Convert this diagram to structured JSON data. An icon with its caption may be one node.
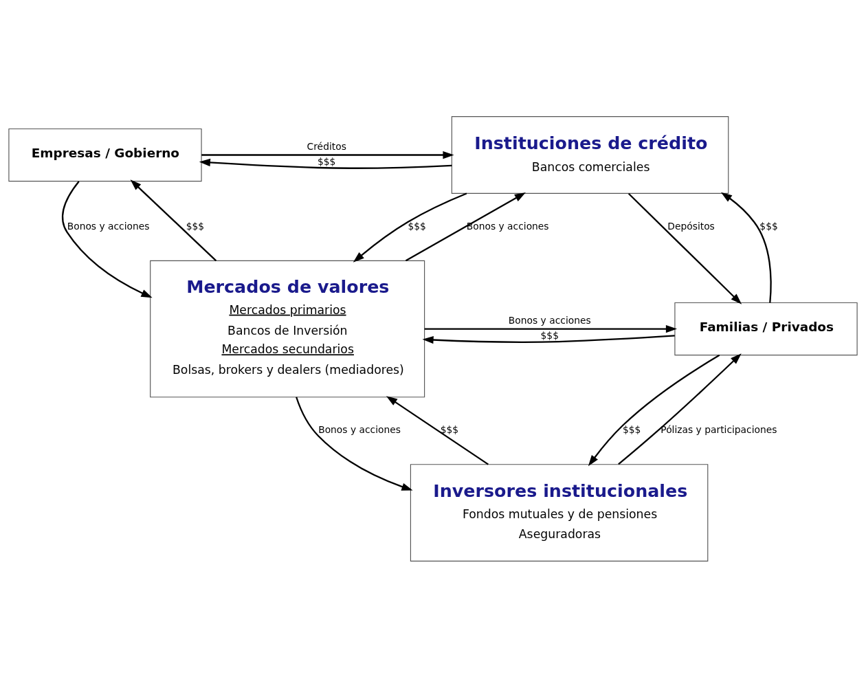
{
  "diagram": {
    "nodes": [
      {
        "text": [
          "Empresas / Gobierno"
        ]
      },
      {
        "text": [
          "Instituciones de crédito",
          "Bancos comerciales"
        ]
      },
      {
        "text": [
          "Mercados de valores",
          "Mercados primarios",
          "Bancos de Inversión",
          "Mercados secundarios",
          "Bolsas, brokers y dealers (mediadores)"
        ]
      },
      {
        "text": [
          "Familias / Privados"
        ]
      },
      {
        "text": [
          "Inversores institucionales",
          "Fondos mutuales y de pensiones",
          "Aseguradoras"
        ]
      }
    ],
    "edges": [
      {
        "from": 0,
        "to": 1,
        "arrow": "to",
        "label": "Créditos"
      },
      {
        "from": 1,
        "to": 0,
        "arrow": "to",
        "label": "$$$"
      },
      {
        "from": 2,
        "to": 0,
        "arrow": "to",
        "label": "$$$"
      },
      {
        "from": 0,
        "to": 2,
        "arrow": "to",
        "label": "Bonos y acciones"
      },
      {
        "from": 2,
        "to": 1,
        "arrow": "to",
        "label": "Bonos y acciones"
      },
      {
        "from": 1,
        "to": 2,
        "arrow": "to",
        "label": "$$$"
      },
      {
        "from": 3,
        "to": 1,
        "arrow": "to",
        "label": "$$$"
      },
      {
        "from": 1,
        "to": 3,
        "arrow": "to",
        "label": "Depósitos"
      },
      {
        "from": 3,
        "to": 2,
        "arrow": "to",
        "label": "$$$"
      },
      {
        "from": 2,
        "to": 3,
        "arrow": "to",
        "label": "Bonos y acciones"
      },
      {
        "from": 4,
        "to": 3,
        "arrow": "to",
        "label": "Pólizas y participaciones"
      },
      {
        "from": 3,
        "to": 4,
        "arrow": "to",
        "label": "$$$"
      },
      {
        "from": 4,
        "to": 2,
        "arrow": "to",
        "label": "$$$"
      },
      {
        "from": 2,
        "to": 4,
        "arrow": "to",
        "label": "Bonos y acciones"
      }
    ]
  }
}
